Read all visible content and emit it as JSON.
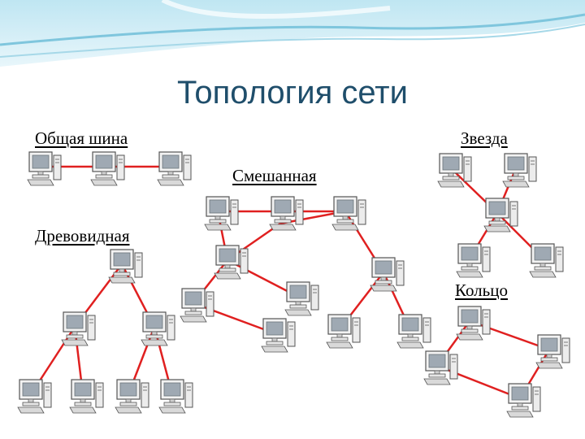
{
  "title": "Топология сети",
  "labels": {
    "bus": "Общая шина",
    "star": "Звезда",
    "mixed": "Смешанная",
    "tree": "Древовидная",
    "ring": "Кольцо"
  },
  "colors": {
    "title": "#1f4e6b",
    "link": "#e02020",
    "header_wave": "#7fc6dd"
  },
  "icon": "desktop-computer-icon"
}
